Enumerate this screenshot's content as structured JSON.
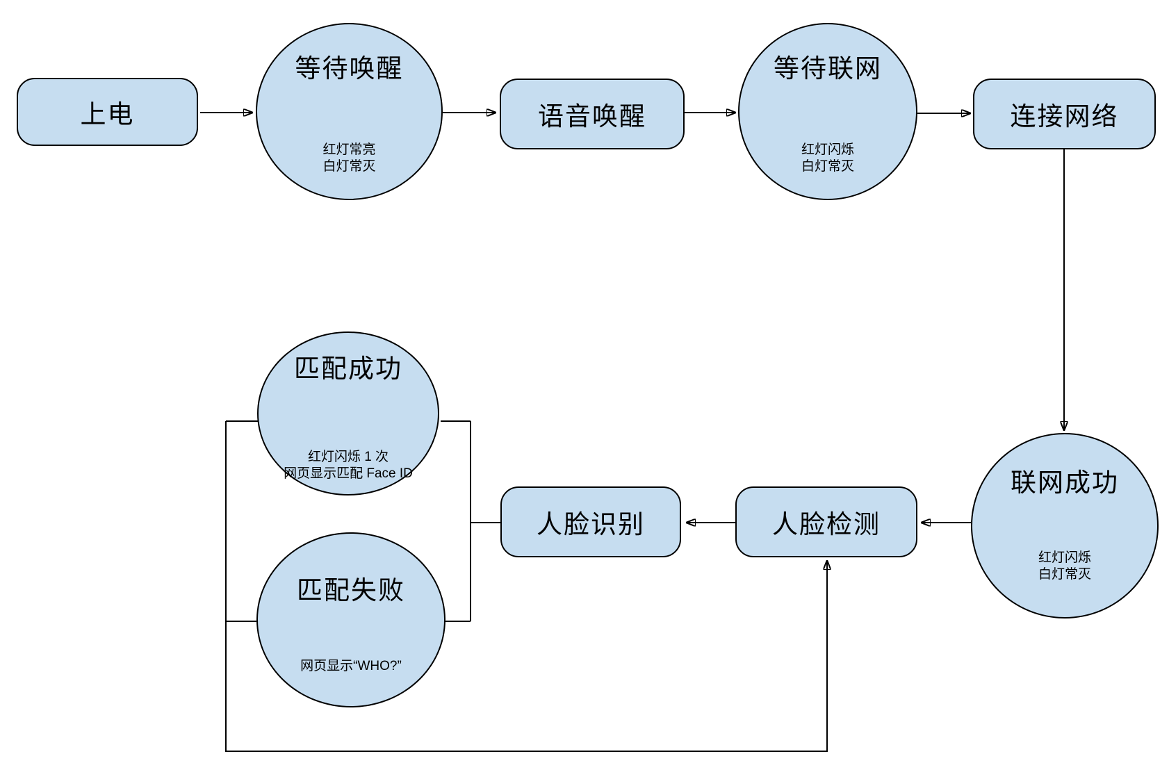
{
  "diagram": {
    "background": "#ffffff",
    "colors": {
      "node_fill": "#c6ddf0",
      "node_border": "#000000",
      "connector": "#000000",
      "text": "#000000"
    },
    "nodes": {
      "power_on": {
        "label": "上电",
        "shape": "rounded-rectangle"
      },
      "wait_wake": {
        "label": "等待唤醒",
        "shape": "ellipse",
        "notes": {
          "line1": "红灯常亮",
          "line2": "白灯常灭"
        }
      },
      "voice_wake": {
        "label": "语音唤醒",
        "shape": "rounded-rectangle"
      },
      "wait_network": {
        "label": "等待联网",
        "shape": "ellipse",
        "notes": {
          "line1": "红灯闪烁",
          "line2": "白灯常灭"
        }
      },
      "connect_network": {
        "label": "连接网络",
        "shape": "rounded-rectangle"
      },
      "network_success": {
        "label": "联网成功",
        "shape": "ellipse",
        "notes": {
          "line1": "红灯闪烁",
          "line2": "白灯常灭"
        }
      },
      "face_detect": {
        "label": "人脸检测",
        "shape": "rounded-rectangle"
      },
      "face_recognize": {
        "label": "人脸识别",
        "shape": "rounded-rectangle"
      },
      "match_success": {
        "label": "匹配成功",
        "shape": "ellipse",
        "notes": {
          "line1": "红灯闪烁 1 次",
          "line2": "网页显示匹配 Face ID"
        }
      },
      "match_fail": {
        "label": "匹配失败",
        "shape": "ellipse",
        "notes": {
          "line1": "网页显示“WHO?”"
        }
      }
    },
    "edges": [
      {
        "from": "power_on",
        "to": "wait_wake",
        "arrow": true
      },
      {
        "from": "wait_wake",
        "to": "voice_wake",
        "arrow": true
      },
      {
        "from": "voice_wake",
        "to": "wait_network",
        "arrow": true
      },
      {
        "from": "wait_network",
        "to": "connect_network",
        "arrow": true
      },
      {
        "from": "connect_network",
        "to": "network_success",
        "arrow": true
      },
      {
        "from": "network_success",
        "to": "face_detect",
        "arrow": true
      },
      {
        "from": "face_detect",
        "to": "face_recognize",
        "arrow": true
      },
      {
        "from": "face_recognize",
        "to": "match_success",
        "arrow": false
      },
      {
        "from": "face_recognize",
        "to": "match_fail",
        "arrow": false
      },
      {
        "from": "match_success",
        "to": "face_detect",
        "arrow": true
      },
      {
        "from": "match_fail",
        "to": "face_detect",
        "arrow": true
      }
    ]
  }
}
